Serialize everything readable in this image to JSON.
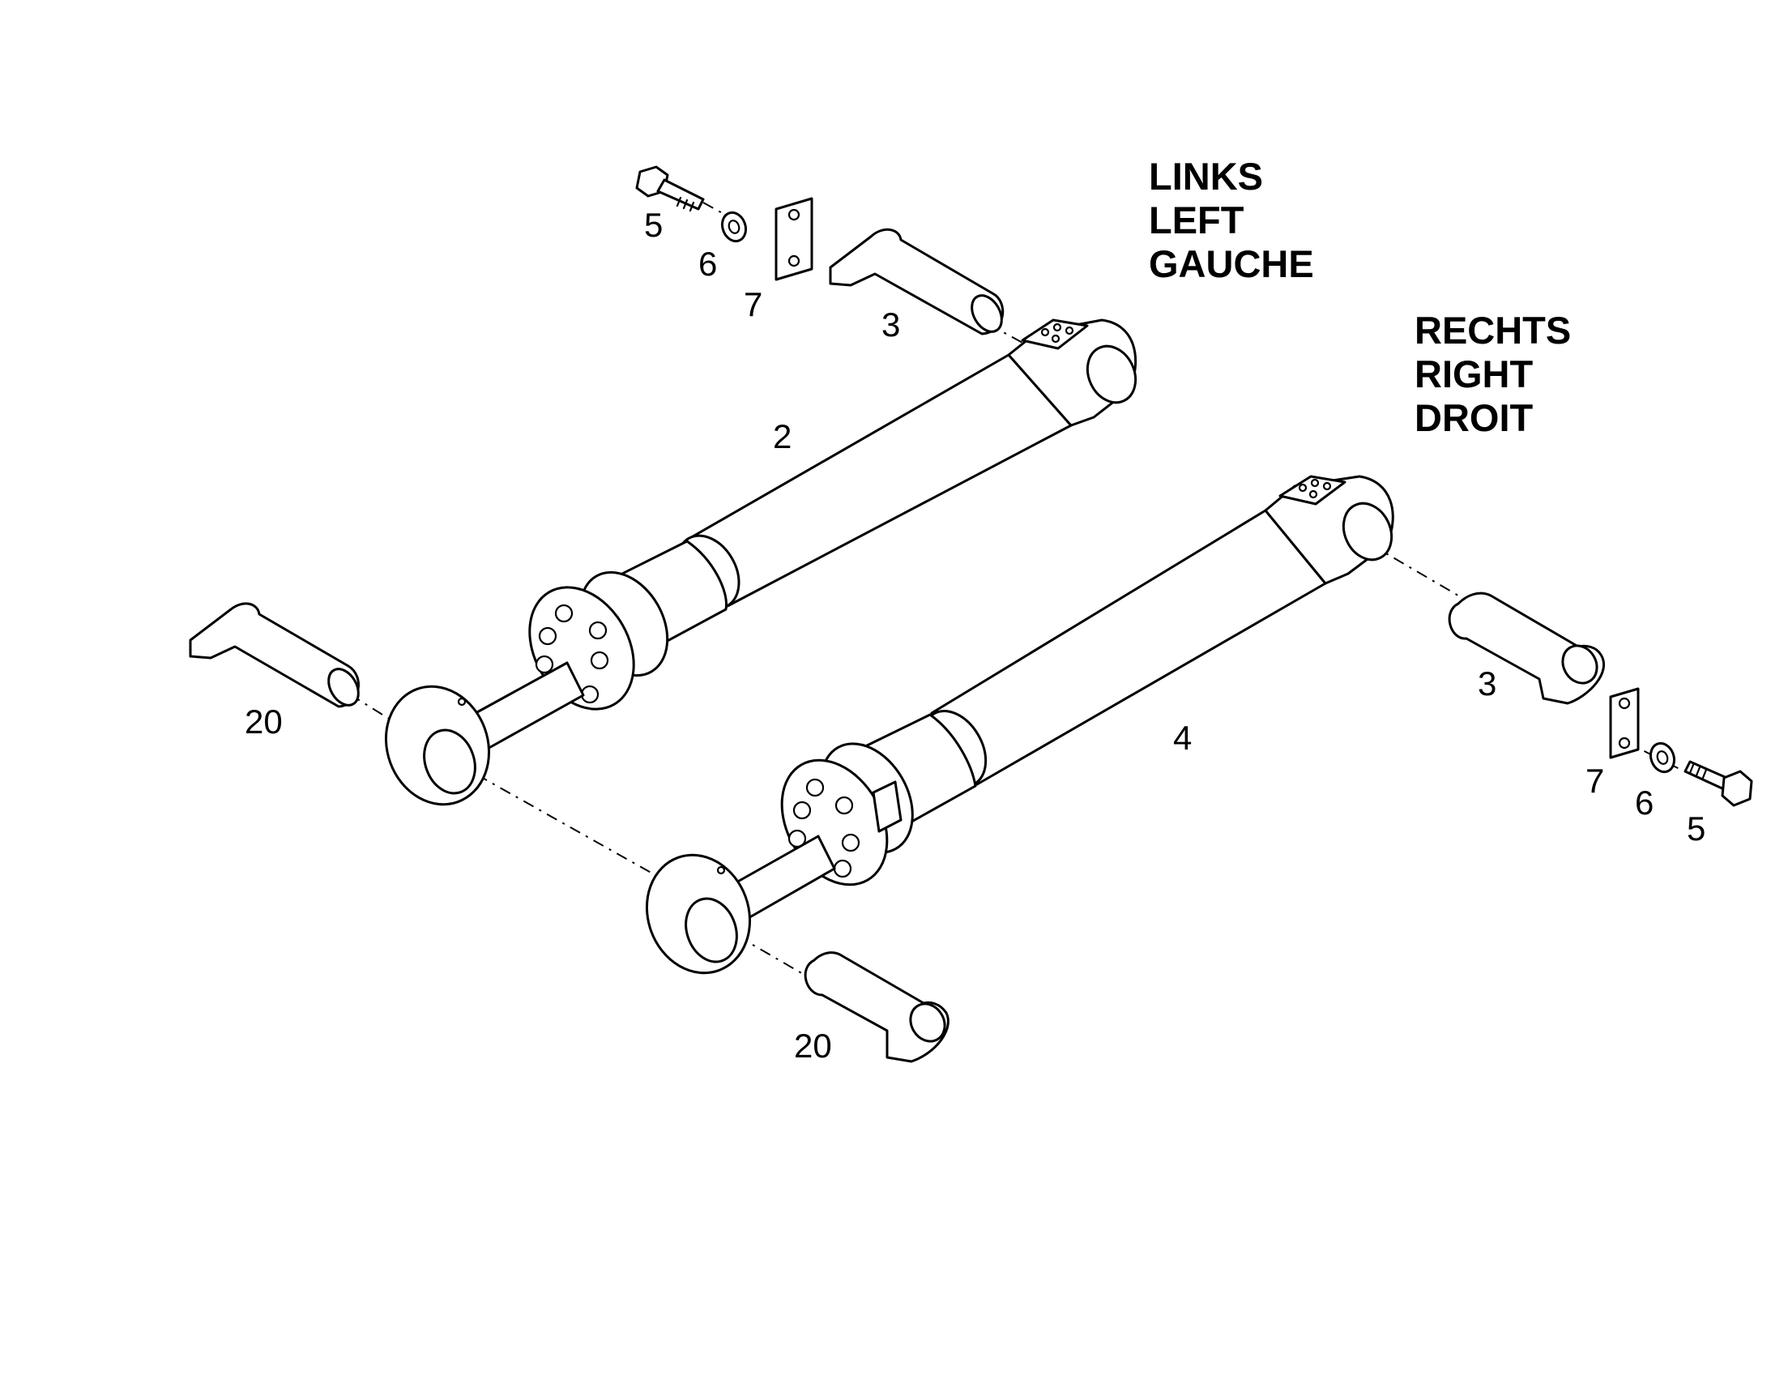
{
  "labels": {
    "left": [
      "LINKS",
      "LEFT",
      "GAUCHE"
    ],
    "right": [
      "RECHTS",
      "RIGHT",
      "DROIT"
    ]
  },
  "callouts": {
    "left_bolt": "5",
    "left_washer": "6",
    "left_plate": "7",
    "left_top_pin": "3",
    "left_cylinder": "2",
    "left_bottom_pin": "20",
    "right_top_pin": "3",
    "right_cylinder": "4",
    "right_plate": "7",
    "right_washer": "6",
    "right_bolt": "5",
    "right_bottom_pin": "20"
  },
  "colors": {
    "line": "#000000",
    "background": "#ffffff"
  }
}
